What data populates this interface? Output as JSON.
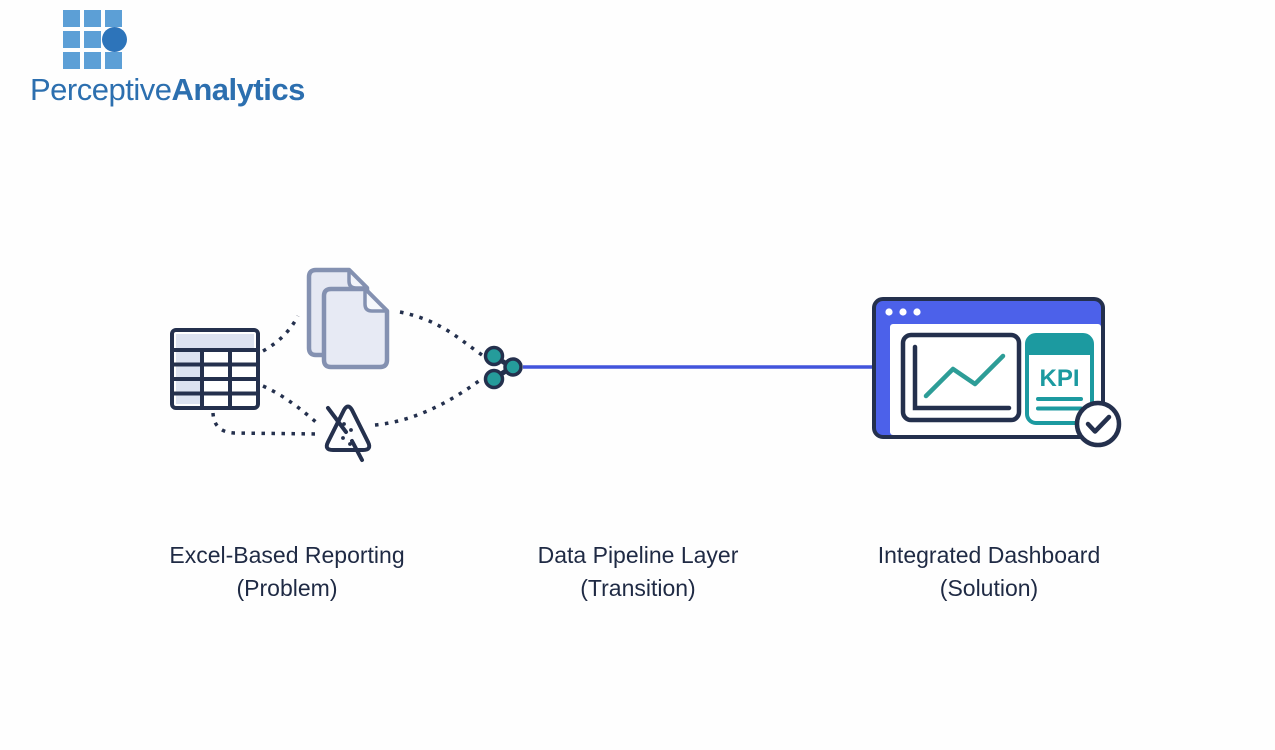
{
  "logo": {
    "brand_regular": "Perceptive",
    "brand_bold": "Analytics"
  },
  "diagram": {
    "stages": [
      {
        "id": "excel",
        "title": "Excel-Based Reporting",
        "subtitle": "(Problem)"
      },
      {
        "id": "pipeline",
        "title": "Data Pipeline Layer",
        "subtitle": "(Transition)"
      },
      {
        "id": "dashboard",
        "title": "Integrated Dashboard",
        "subtitle": "(Solution)"
      }
    ],
    "dashboard_window": {
      "kpi_label": "KPI"
    },
    "icons": [
      "spreadsheet-table-icon",
      "documents-icon",
      "error-triangle-icon",
      "pipeline-nodes-icon",
      "browser-window-icon",
      "line-chart-icon",
      "kpi-card-icon",
      "check-circle-icon"
    ]
  },
  "colors": {
    "navy": "#24304D",
    "teal": "#1C9AA0",
    "chart_line_teal": "#2D9D97",
    "node_teal": "#259C9B",
    "window_blue": "#4C61EA",
    "pipeline_line_blue": "#4254DC",
    "logo_square_blue": "#5C9FD6",
    "logo_circle_blue": "#2D74BA",
    "logo_text_blue": "#2C6FAF",
    "document_outline": "#8491B1",
    "document_fill": "#E5E8F3",
    "table_cell_fill": "#DCE2F0",
    "label_text": "#1F2A44",
    "background": "#FEFEFE"
  }
}
